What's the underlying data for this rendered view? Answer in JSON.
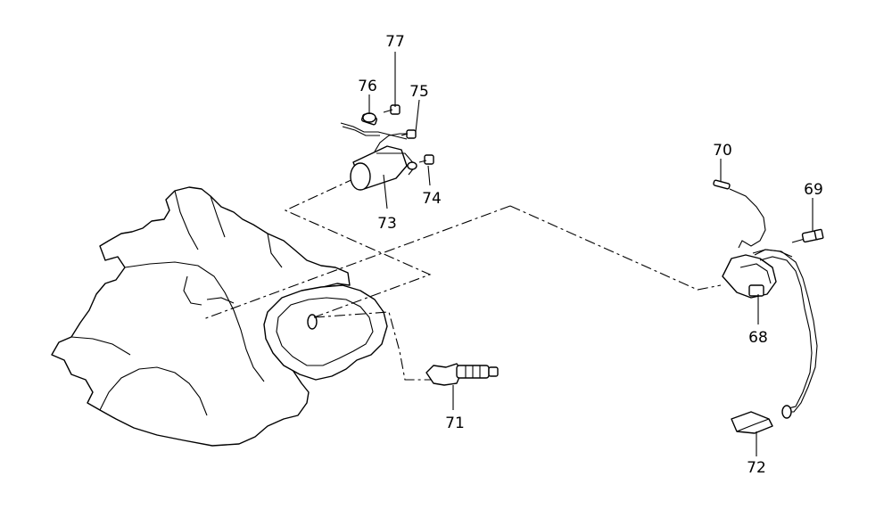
{
  "callouts": {
    "p68": "68",
    "p69": "69",
    "p70": "70",
    "p71": "71",
    "p72": "72",
    "p73": "73",
    "p74": "74",
    "p75": "75",
    "p76": "76",
    "p77": "77"
  }
}
